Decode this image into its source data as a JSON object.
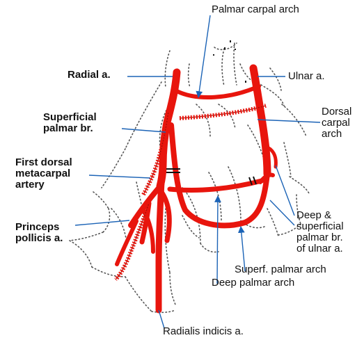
{
  "labels": {
    "palmar_carpal_arch": "Palmar carpal arch",
    "radial_a": "Radial a.",
    "ulnar_a": "Ulnar a.",
    "superficial_palmar_br": "Superficial\npalmar br.",
    "dorsal_carpal_arch": "Dorsal\ncarpal\narch",
    "first_dorsal_metacarpal": "First dorsal\nmetacarpal\nartery",
    "princeps_pollicis": "Princeps\npollicis a.",
    "deep_superficial_ulnar": "Deep &\nsuperficial\npalmar br.\nof ulnar a.",
    "superf_palmar_arch": "Superf. palmar arch",
    "deep_palmar_arch": "Deep palmar arch",
    "radialis_indicis": "Radialis indicis a."
  },
  "colors": {
    "artery": "#e8150d",
    "leader": "#1b63b6",
    "outline": "#555555",
    "text": "#111111"
  }
}
